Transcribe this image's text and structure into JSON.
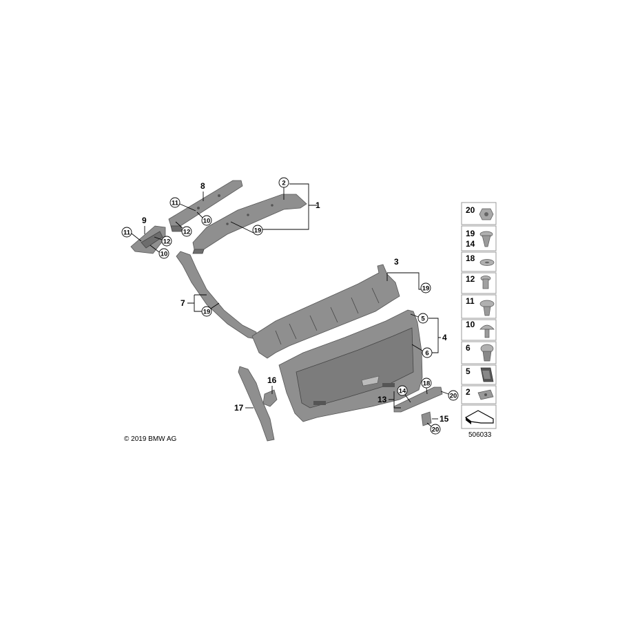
{
  "copyright": "© 2019 BMW AG",
  "diagram_id": "506033",
  "callouts": {
    "c1": "1",
    "c2": "2",
    "c3": "3",
    "c4": "4",
    "c5": "5",
    "c6": "6",
    "c7": "7",
    "c8": "8",
    "c9": "9",
    "c10a": "10",
    "c10b": "10",
    "c11a": "11",
    "c11b": "11",
    "c12a": "12",
    "c12b": "12",
    "c13": "13",
    "c14": "14",
    "c15": "15",
    "c16": "16",
    "c17": "17",
    "c18": "18",
    "c19a": "19",
    "c19b": "19",
    "c19c": "19",
    "c20a": "20",
    "c20b": "20"
  },
  "legend": [
    {
      "label": "20",
      "icon": "nut-icon"
    },
    {
      "label": "19",
      "label2": "14",
      "icon": "clip-icon"
    },
    {
      "label": "18",
      "icon": "washer-icon"
    },
    {
      "label": "12",
      "icon": "rivet-icon"
    },
    {
      "label": "11",
      "icon": "expanding-rivet-icon"
    },
    {
      "label": "10",
      "icon": "push-rivet-icon"
    },
    {
      "label": "6",
      "icon": "trim-clip-icon"
    },
    {
      "label": "5",
      "icon": "spring-clip-icon"
    },
    {
      "label": "2",
      "icon": "speed-nut-icon"
    },
    {
      "label": "",
      "icon": "trim-panel-icon"
    }
  ],
  "colors": {
    "part": "#8f8f8f",
    "part_dark": "#6d6d6d",
    "line": "#000000",
    "legend_border": "#9a9a9a"
  }
}
